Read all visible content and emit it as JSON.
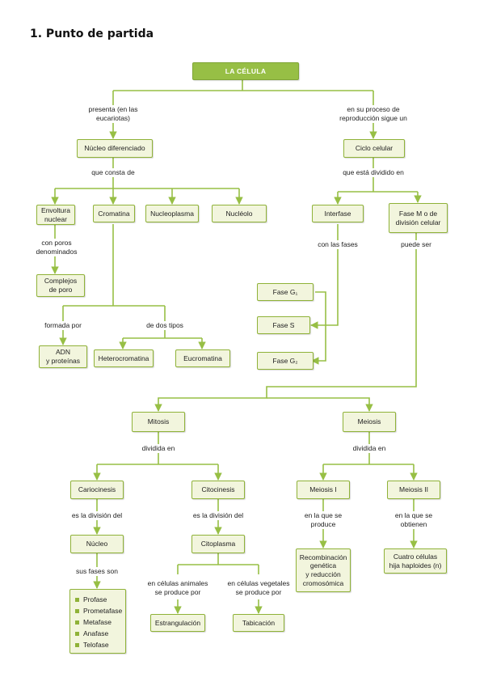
{
  "heading": "1.  Punto de partida",
  "nodes": {
    "root": "LA CÉLULA",
    "nucleo_dif": "Núcleo diferenciado",
    "ciclo": "Ciclo celular",
    "envoltura": "Envoltura\nnuclear",
    "cromatina": "Cromatina",
    "nucleoplasma": "Nucleoplasma",
    "nucleolo": "Nucléolo",
    "complejos": "Complejos\nde poro",
    "adn": "ADN\ny proteínas",
    "hetero": "Heterocromatina",
    "euco": "Eucromatina",
    "interfase": "Interfase",
    "fasem": "Fase M o de\ndivisión celular",
    "g1": "Fase G₁",
    "s": "Fase S",
    "g2": "Fase G₂",
    "mitosis": "Mitosis",
    "meiosis": "Meiosis",
    "cariocinesis": "Cariocinesis",
    "citocinesis": "Citocinesis",
    "meiosis1": "Meiosis I",
    "meiosis2": "Meiosis II",
    "nucleo": "Núcleo",
    "citoplasma": "Citoplasma",
    "recomb": "Recombinación\ngenética\ny reducción\ncromosómica",
    "cuatro": "Cuatro células\nhija haploides (n)",
    "estrang": "Estrangulación",
    "tabic": "Tabicación"
  },
  "labels": {
    "presenta": "presenta (en las\neucariotas)",
    "proceso": "en su proceso de\nreproducción sigue un",
    "consta": "que consta de",
    "dividido": "que está dividido en",
    "poros": "con poros\ndenominados",
    "formada": "formada por",
    "dos_tipos": "de dos tipos",
    "con_fases": "con las fases",
    "puede_ser": "puede ser",
    "dividida1": "dividida en",
    "dividida2": "dividida en",
    "es_div1": "es la división del",
    "es_div2": "es la división del",
    "se_produce": "en la que se\nproduce",
    "se_obtienen": "en la que se\nobtienen",
    "sus_fases": "sus fases son",
    "animales": "en células animales\nse produce por",
    "vegetales": "en células vegetales\nse produce por"
  },
  "phases": [
    "Profase",
    "Prometafase",
    "Metafase",
    "Anafase",
    "Telofase"
  ],
  "colors": {
    "accent": "#97bf45",
    "box_fill": "#f2f5dd",
    "border": "#8fb238",
    "line": "#97bf45"
  }
}
